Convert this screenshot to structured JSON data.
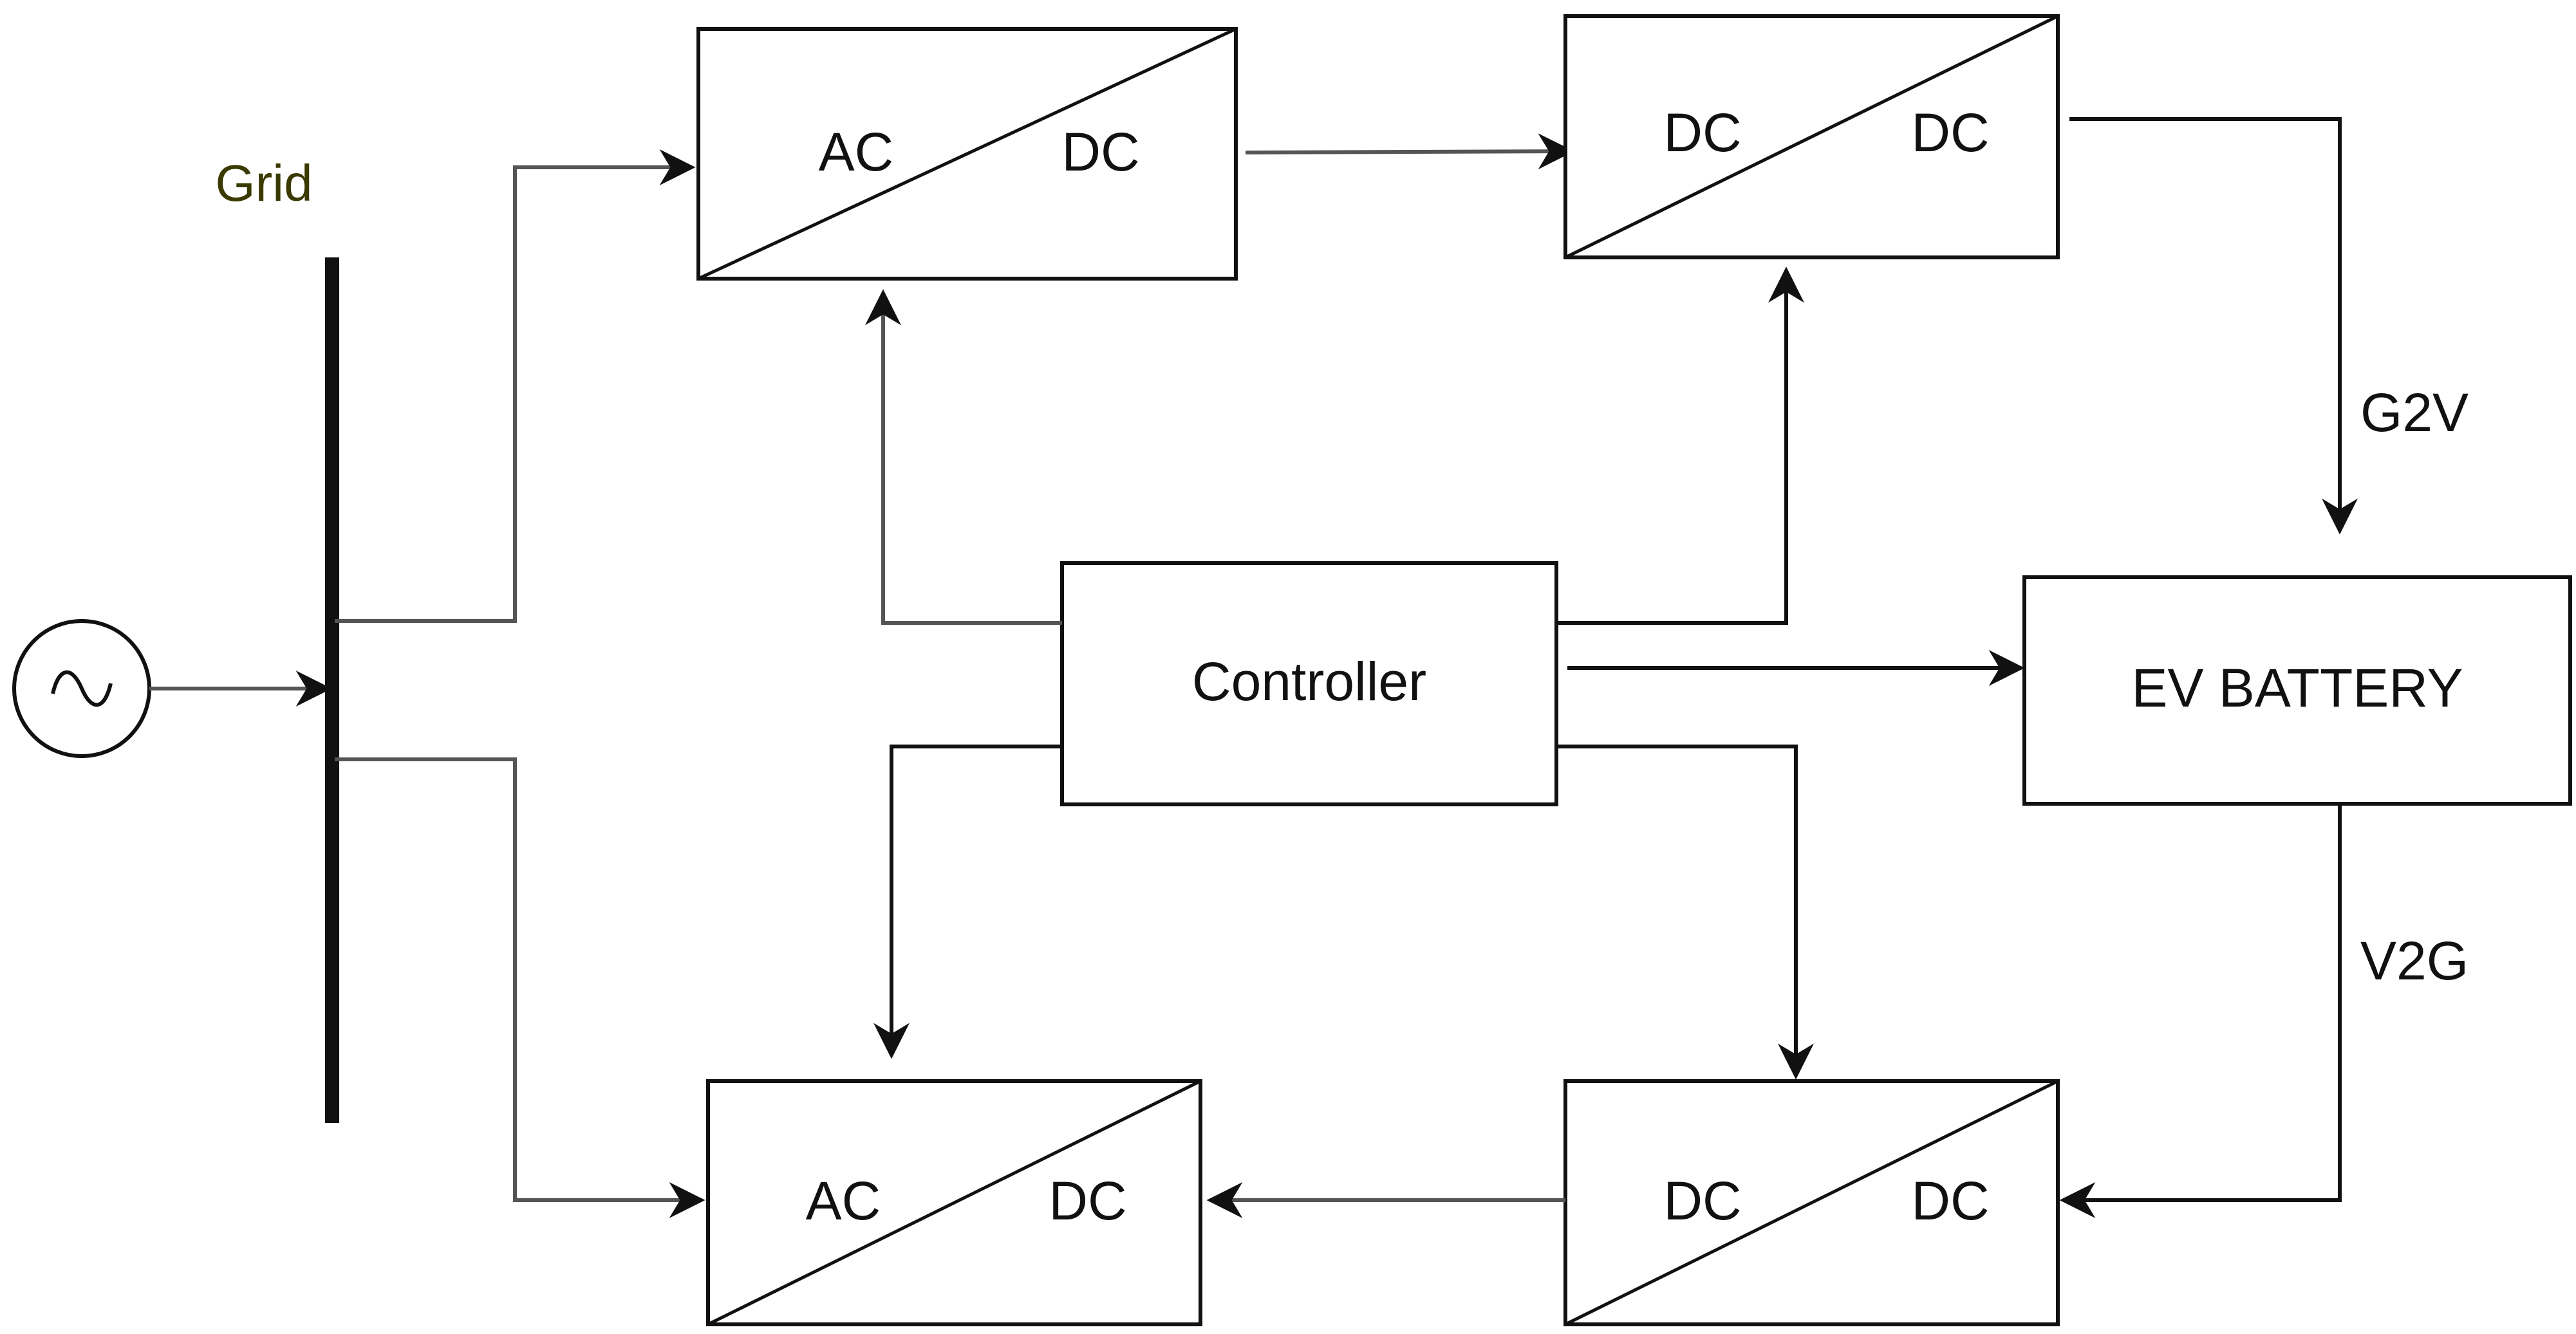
{
  "source": {
    "icon": "ac-source-icon"
  },
  "grid": {
    "label": "Grid"
  },
  "converters": {
    "ac_dc_top": {
      "left": "AC",
      "right": "DC"
    },
    "dc_dc_top": {
      "left": "DC",
      "right": "DC"
    },
    "ac_dc_bottom": {
      "left": "AC",
      "right": "DC"
    },
    "dc_dc_bottom": {
      "left": "DC",
      "right": "DC"
    }
  },
  "controller": {
    "label": "Controller"
  },
  "battery": {
    "label": "EV BATTERY"
  },
  "flows": {
    "g2v": "G2V",
    "v2g": "V2G"
  },
  "colors": {
    "line": "#111111",
    "grid_label": "#3a3a00"
  }
}
